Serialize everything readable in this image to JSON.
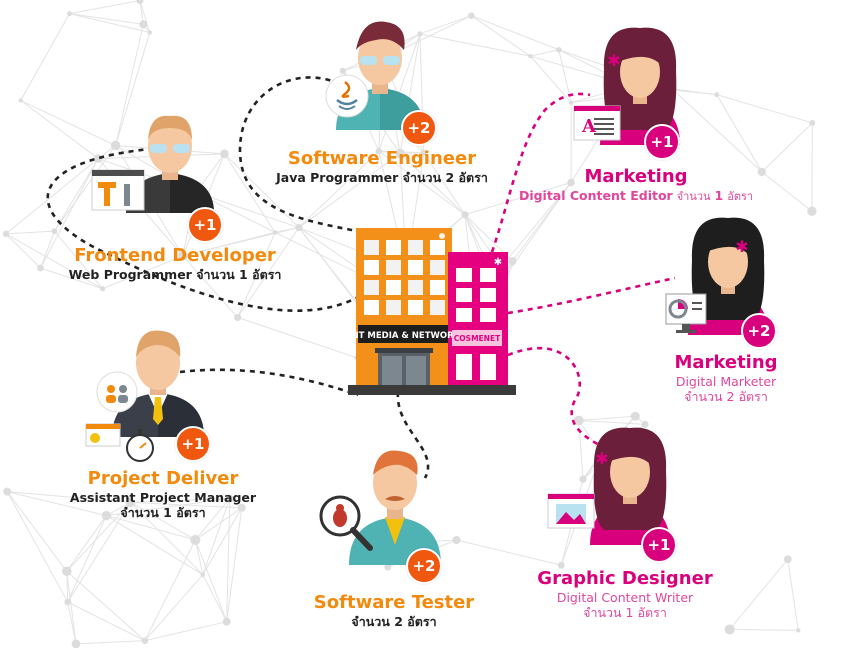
{
  "building": {
    "left_sign": "TNT MEDIA & NETWORK",
    "right_sign": "COSMENET"
  },
  "roles": [
    {
      "key": "frontend",
      "title": "Frontend Developer",
      "subtitle": "Web Programmer",
      "count_text": "จำนวน 1 อัตรา",
      "badge": "+1",
      "team": "tech"
    },
    {
      "key": "software",
      "title": "Software Engineer",
      "subtitle": "Java Programmer",
      "count_text": "จำนวน 2 อัตรา",
      "badge": "+2",
      "team": "tech"
    },
    {
      "key": "marketing_content",
      "title": "Marketing",
      "subtitle": "Digital Content Editor",
      "count_prefix": "จำนวน",
      "count_num": "1",
      "count_suffix": "อัตรา",
      "badge": "+1",
      "team": "creative"
    },
    {
      "key": "marketing_digital",
      "title": "Marketing",
      "subtitle": "Digital Marketer",
      "count_text": "จำนวน 2 อัตรา",
      "badge": "+2",
      "team": "creative"
    },
    {
      "key": "project",
      "title": "Project Deliver",
      "subtitle": "Assistant Project Manager",
      "count_text": "จำนวน 1 อัตรา",
      "badge": "+1",
      "team": "tech"
    },
    {
      "key": "tester",
      "title": "Software Tester",
      "count_text": "จำนวน 2 อัตรา",
      "badge": "+2",
      "team": "tech"
    },
    {
      "key": "graphic",
      "title": "Graphic Designer",
      "subtitle": "Digital Content Writer",
      "count_text": "จำนวน 1 อัตรา",
      "badge": "+1",
      "team": "creative"
    }
  ],
  "colors": {
    "tech_accent": "#f28a0e",
    "tech_badge": "#f0570f",
    "creative_accent": "#d9007e",
    "building_orange": "#f2901a",
    "building_pink": "#e4007f"
  }
}
